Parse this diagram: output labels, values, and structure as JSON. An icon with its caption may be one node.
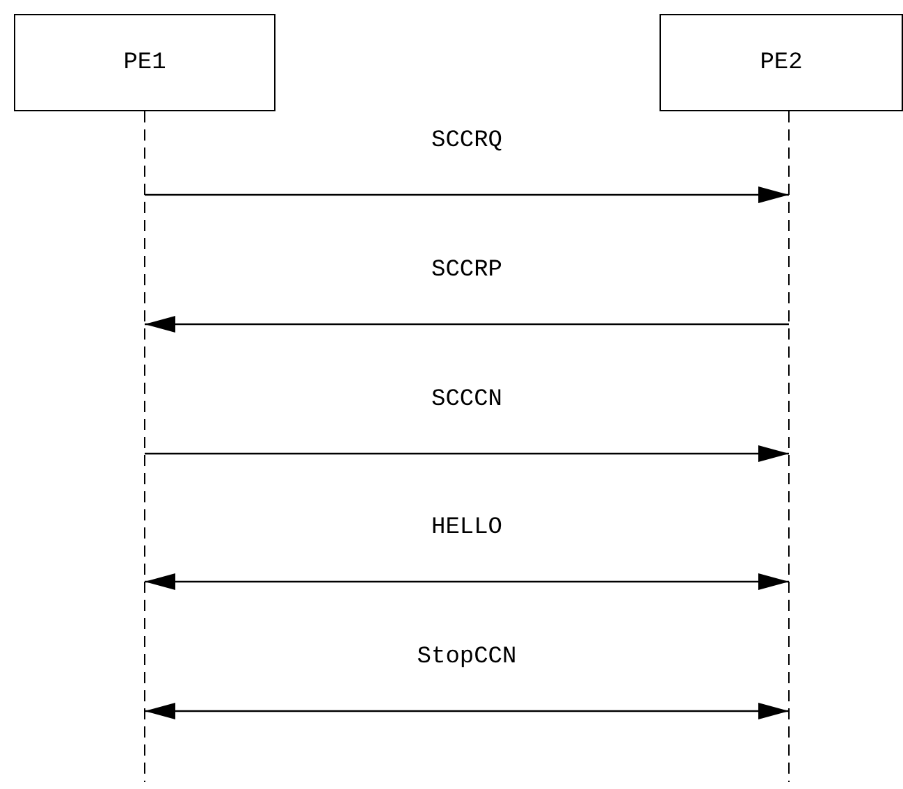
{
  "diagram": {
    "nodes": [
      {
        "text": [
          "PE1"
        ]
      },
      {
        "text": [
          "PE2"
        ]
      }
    ],
    "edges": [
      {
        "from": 0,
        "to": 1,
        "arrow": "to",
        "label": "SCCRQ"
      },
      {
        "from": 1,
        "to": 0,
        "arrow": "to",
        "label": "SCCRP"
      },
      {
        "from": 0,
        "to": 1,
        "arrow": "to",
        "label": "SCCCN"
      },
      {
        "from": 0,
        "to": 1,
        "arrow": "both",
        "label": "HELLO"
      },
      {
        "from": 0,
        "to": 1,
        "arrow": "both",
        "label": "StopCCN"
      }
    ]
  }
}
